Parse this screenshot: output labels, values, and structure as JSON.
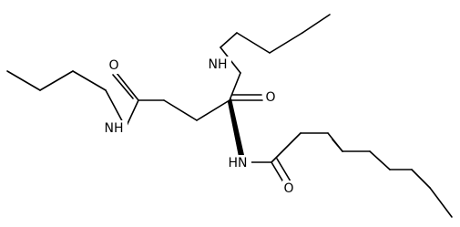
{
  "molecule": {
    "atoms": {
      "o_top": "O",
      "o_mid": "O",
      "o_bottom": "O",
      "nh_top": "NH",
      "nh_left": "NH",
      "nh_bottom": "HN"
    }
  }
}
